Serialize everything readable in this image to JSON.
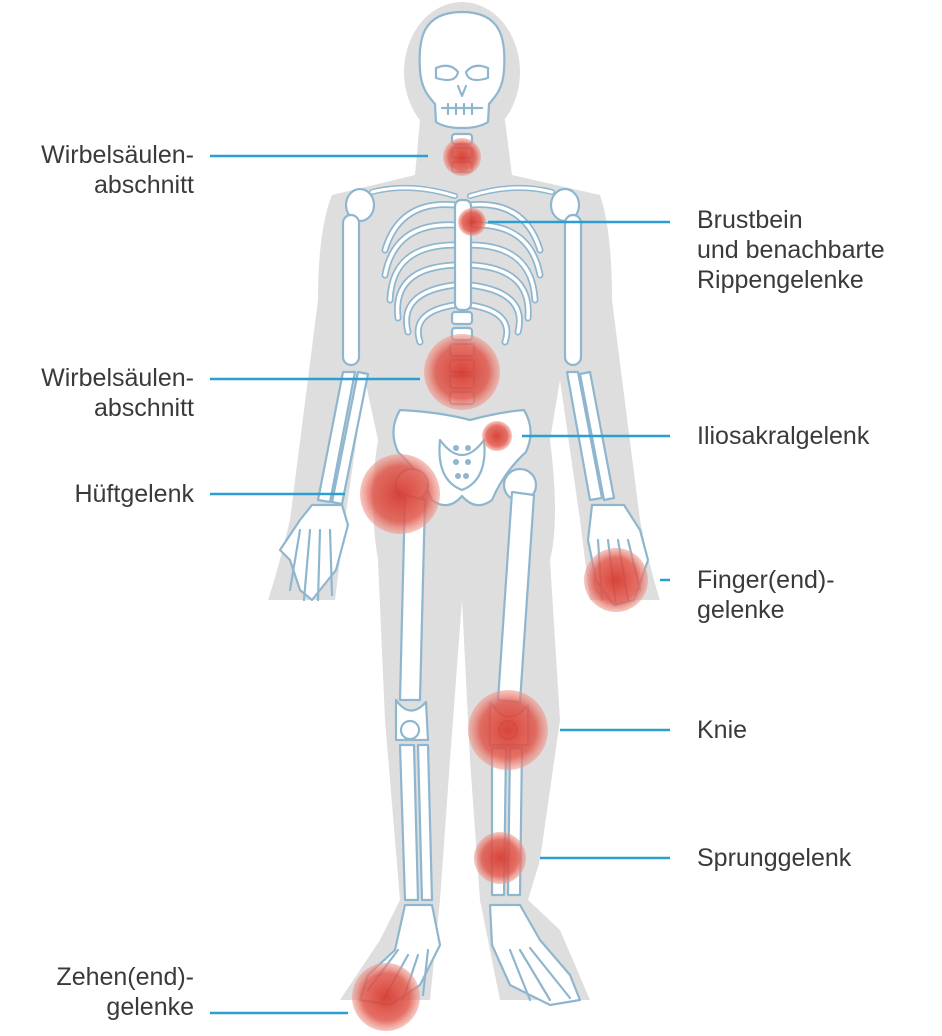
{
  "labels": {
    "spine_upper": [
      "Wirbelsäulen-",
      "abschnitt"
    ],
    "sternum": [
      "Brustbein",
      "und benachbarte",
      "Rippengelenke"
    ],
    "spine_lower": [
      "Wirbelsäulen-",
      "abschnitt"
    ],
    "sacroiliac": [
      "Iliosakralgelenk"
    ],
    "hip": [
      "Hüftgelenk"
    ],
    "fingers": [
      "Finger(end)-",
      "gelenke"
    ],
    "knee": [
      "Knie"
    ],
    "ankle": [
      "Sprunggelenk"
    ],
    "toes": [
      "Zehen(end)-",
      "gelenke"
    ]
  },
  "colors": {
    "silhouette": "#dcdcdc",
    "bone_fill": "#ffffff",
    "bone_stroke": "#8fb6cf",
    "joint_inner": "#d9443a",
    "joint_outer": "#ec8a7e",
    "leader_line": "#2a9fd0",
    "text": "#3a3a3a"
  }
}
